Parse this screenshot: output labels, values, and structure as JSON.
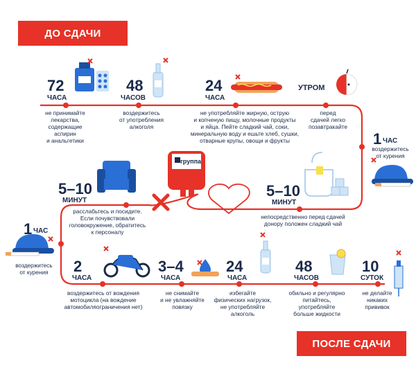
{
  "banners": {
    "before": "ДО СДАЧИ",
    "after": "ПОСЛЕ СДАЧИ"
  },
  "colors": {
    "accent": "#e63228",
    "navy": "#1a2a4a",
    "blue": "#2a6fd6",
    "light_blue": "#cfe4f7"
  },
  "before": [
    {
      "id": "72h",
      "num": "72",
      "unit": "ЧАСА",
      "lines": [
        "не принимайте",
        "лекарства,",
        "содержащие",
        "аспирин",
        "и анальгетики"
      ]
    },
    {
      "id": "48h",
      "num": "48",
      "unit": "ЧАСОВ",
      "lines": [
        "воздержитесь",
        "от употребления",
        "алкоголя"
      ]
    },
    {
      "id": "24h",
      "num": "24",
      "unit": "ЧАСА",
      "lines": [
        "не употребляйте жирную, острую",
        "и копченую пищу, молочные продукты",
        "и яйца. Пейте сладкий чай, соки,",
        "минеральную воду и ешьте хлеб, сушки,",
        "отварные крупы, овощи и фрукты"
      ]
    },
    {
      "id": "morning",
      "num": "",
      "unit": "УТРОМ",
      "lines": [
        "перед",
        "сдачей легко",
        "позавтракайте"
      ]
    },
    {
      "id": "1h",
      "num": "1",
      "unit": "ЧАС",
      "lines": [
        "воздержитесь",
        "от курения"
      ]
    },
    {
      "id": "5-10m",
      "num": "5–10",
      "unit": "МИНУТ",
      "lines": [
        "непосредственно перед сдачей",
        "донору положен сладкий чай"
      ]
    }
  ],
  "during": {
    "label": "группа",
    "num": "5–10",
    "unit": "МИНУТ",
    "lines": [
      "расслабьтесь и посидите.",
      "Если почувствовали",
      "головокружение, обратитесь",
      "к персоналу"
    ]
  },
  "after": [
    {
      "id": "1h-after",
      "num": "1",
      "unit": "ЧАС",
      "lines": [
        "воздержитесь",
        "от курения"
      ]
    },
    {
      "id": "2h",
      "num": "2",
      "unit": "ЧАСА",
      "lines": [
        "воздержитесь от вождения",
        "мотоцикла (на вождение",
        "автомобиляограничения нет)"
      ]
    },
    {
      "id": "3-4h",
      "num": "3–4",
      "unit": "ЧАСА",
      "lines": [
        "не снимайте",
        "и не увлажняйте",
        "повязку"
      ]
    },
    {
      "id": "24h-after",
      "num": "24",
      "unit": "ЧАСА",
      "lines": [
        "избегайте",
        "физических нагрузок,",
        "не употребляйте",
        "алкоголь"
      ]
    },
    {
      "id": "48h-after",
      "num": "48",
      "unit": "ЧАСОВ",
      "lines": [
        "обильно и регулярно",
        "питайтесь,",
        "употребляйте",
        "больше жидкости"
      ]
    },
    {
      "id": "10d",
      "num": "10",
      "unit": "СУТОК",
      "lines": [
        "не делайте",
        "никаких",
        "прививок"
      ]
    }
  ]
}
